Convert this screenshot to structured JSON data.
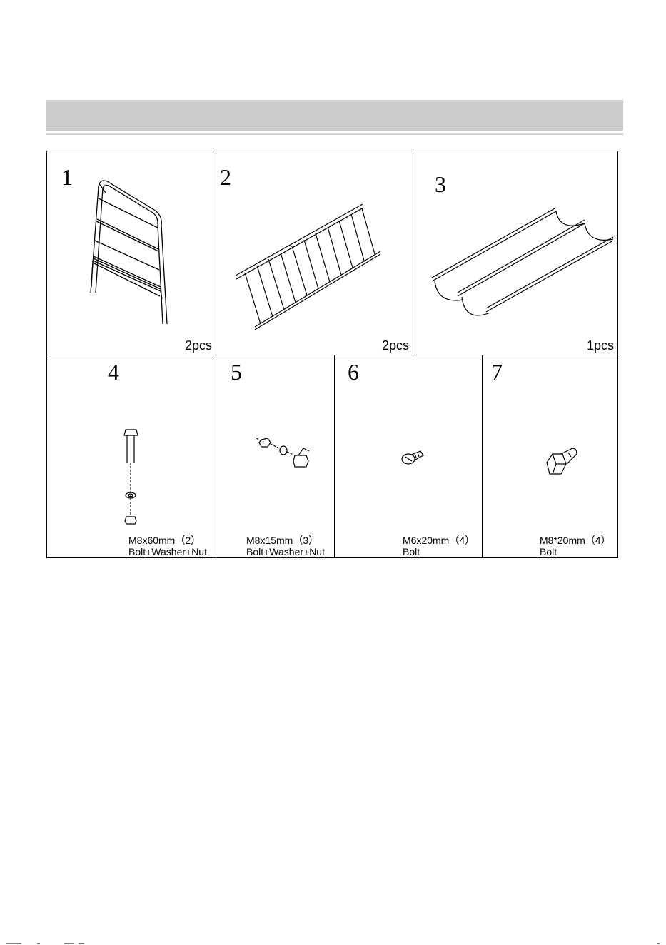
{
  "parts": [
    {
      "number": "1",
      "quantity": "2pcs",
      "icon": "side-frame-icon"
    },
    {
      "number": "2",
      "quantity": "2pcs",
      "icon": "grill-rack-icon"
    },
    {
      "number": "3",
      "quantity": "1pcs",
      "icon": "trough-icon"
    }
  ],
  "hardware": [
    {
      "number": "4",
      "size": "M8x60mm",
      "count": "（2）",
      "type": "Bolt+Washer+Nut",
      "icon": "long-bolt-washer-nut-icon"
    },
    {
      "number": "5",
      "size": "M8x15mm",
      "count": "（3）",
      "type": "Bolt+Washer+Nut",
      "icon": "short-bolt-washer-nut-icon"
    },
    {
      "number": "6",
      "size": "M6x20mm",
      "count": "（4）",
      "type": "Bolt",
      "icon": "screw-icon"
    },
    {
      "number": "7",
      "size": "M8*20mm",
      "count": "（4）",
      "type": "Bolt",
      "icon": "hex-bolt-icon"
    }
  ]
}
